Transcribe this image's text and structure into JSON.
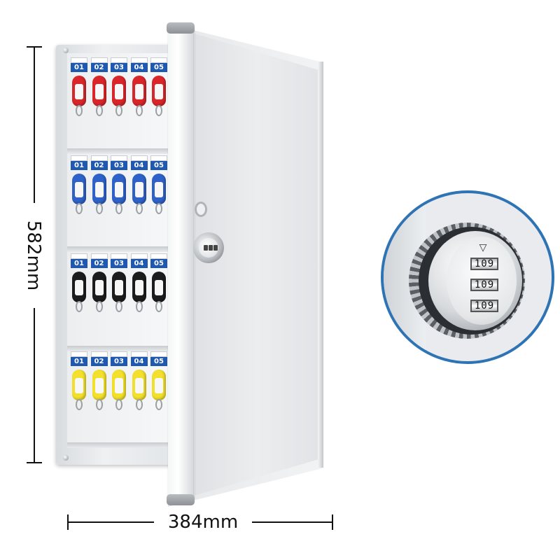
{
  "dimensions": {
    "height_label": "582mm",
    "width_label": "384mm"
  },
  "cabinet": {
    "hook_numbers": [
      "01",
      "02",
      "03",
      "04",
      "05"
    ],
    "rows": [
      {
        "tag_color": "#d8262a"
      },
      {
        "tag_color": "#2f62c8"
      },
      {
        "tag_color": "#1c1c1c"
      },
      {
        "tag_color": "#f2e02c"
      }
    ]
  },
  "zoom_lock": {
    "pointer": "▽",
    "wheels": [
      "109",
      "109",
      "109"
    ],
    "ring_color": "#2e74b5"
  }
}
